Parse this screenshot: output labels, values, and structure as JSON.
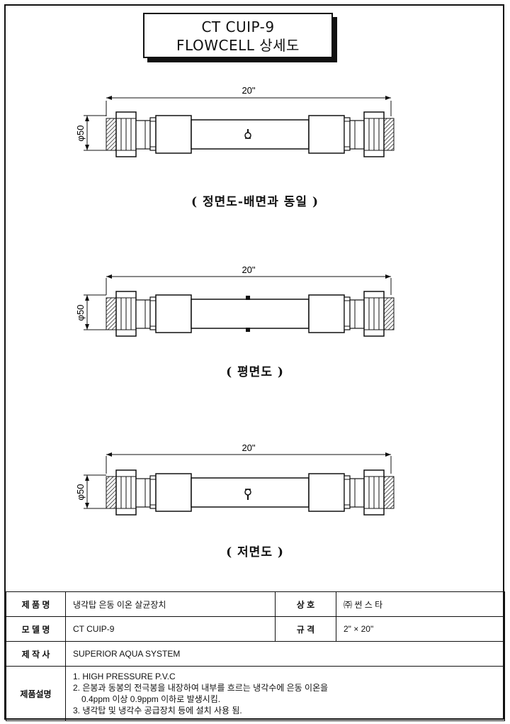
{
  "title": {
    "line1": "CT CUIP-9",
    "line2": "FLOWCELL 상세도"
  },
  "views": [
    {
      "dimension": "20\"",
      "diameter": "φ50",
      "caption": "( 정면도-배면과 동일 )"
    },
    {
      "dimension": "20\"",
      "diameter": "φ50",
      "caption": "( 평면도 )"
    },
    {
      "dimension": "20\"",
      "diameter": "φ50",
      "caption": "( 저면도 )"
    }
  ],
  "spec": {
    "product_label": "제 품 명",
    "product_value": "냉각탑 은동 이온 살균장치",
    "company_label": "상   호",
    "company_value": "㈜ 썬 스 타",
    "model_label": "모 델 명",
    "model_value": "CT CUIP-9",
    "size_label": "규   격",
    "size_value": "2\" × 20\"",
    "maker_label": "제 작 사",
    "maker_value": "SUPERIOR AQUA SYSTEM",
    "desc_label": "제품설명",
    "desc_lines": [
      "1. HIGH PRESSURE P.V.C",
      "2. 은봉과 동봉의 전극봉을 내장하여 내부를 흐르는 냉각수에 은동 이온을",
      "0.4ppm 이상 0.9ppm 이하로 발생시킴.",
      "3. 냉각탑 및 냉각수 공급장치 등에 설치 사용 됨."
    ]
  }
}
